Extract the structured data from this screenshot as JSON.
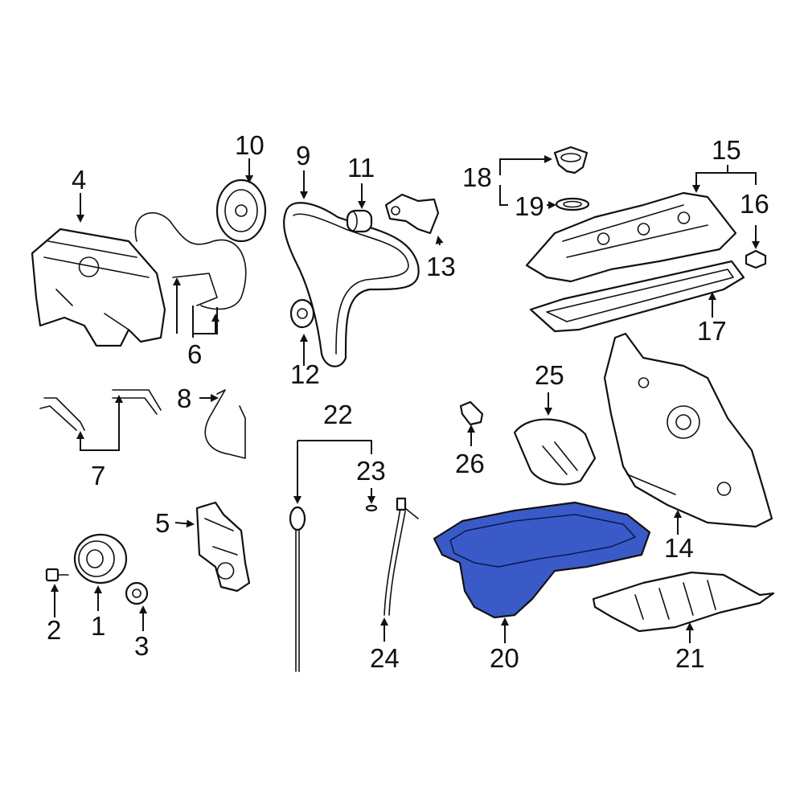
{
  "diagram": {
    "highlight_color": "#3a5bc7",
    "highlighted_part": "20",
    "callouts": [
      {
        "id": "c1",
        "text": "1"
      },
      {
        "id": "c2",
        "text": "2"
      },
      {
        "id": "c3",
        "text": "3"
      },
      {
        "id": "c4",
        "text": "4"
      },
      {
        "id": "c5",
        "text": "5"
      },
      {
        "id": "c6",
        "text": "6"
      },
      {
        "id": "c7",
        "text": "7"
      },
      {
        "id": "c8",
        "text": "8"
      },
      {
        "id": "c9",
        "text": "9"
      },
      {
        "id": "c10",
        "text": "10"
      },
      {
        "id": "c11",
        "text": "11"
      },
      {
        "id": "c12",
        "text": "12"
      },
      {
        "id": "c13",
        "text": "13"
      },
      {
        "id": "c14",
        "text": "14"
      },
      {
        "id": "c15",
        "text": "15"
      },
      {
        "id": "c16",
        "text": "16"
      },
      {
        "id": "c17",
        "text": "17"
      },
      {
        "id": "c18",
        "text": "18"
      },
      {
        "id": "c19",
        "text": "19"
      },
      {
        "id": "c20",
        "text": "20"
      },
      {
        "id": "c21",
        "text": "21"
      },
      {
        "id": "c22",
        "text": "22"
      },
      {
        "id": "c23",
        "text": "23"
      },
      {
        "id": "c24",
        "text": "24"
      },
      {
        "id": "c25",
        "text": "25"
      },
      {
        "id": "c26",
        "text": "26"
      }
    ]
  }
}
